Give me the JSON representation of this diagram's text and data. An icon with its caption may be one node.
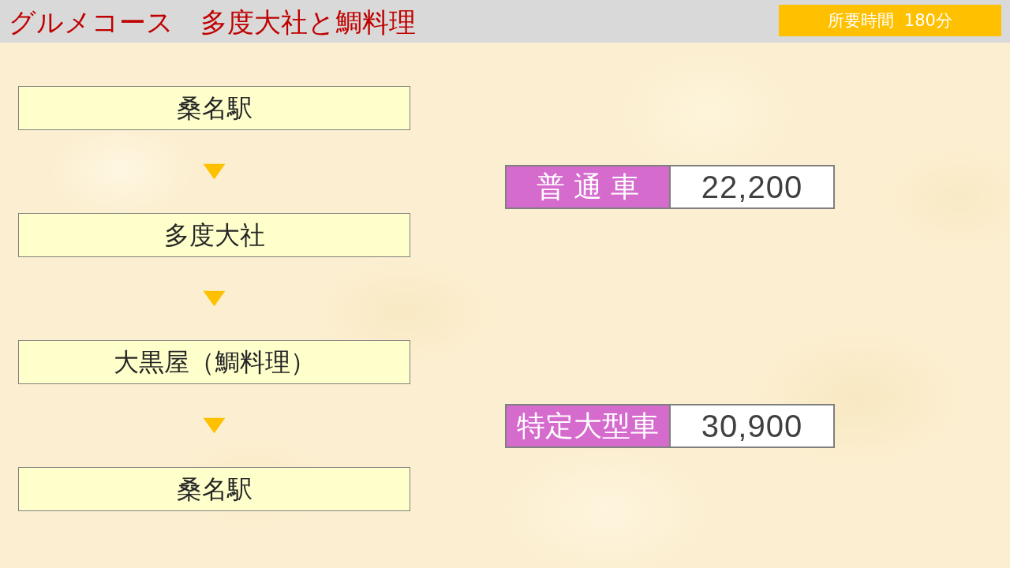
{
  "diagram": {
    "title": "グルメコース　多度大社と鯛料理",
    "nodes": [
      {
        "text": [
          "所要時間 180分"
        ]
      },
      {
        "text": [
          "桑名駅"
        ]
      },
      {
        "text": [
          "多度大社"
        ]
      },
      {
        "text": [
          "大黒屋（鯛料理）"
        ]
      },
      {
        "text": [
          "桑名駅"
        ]
      },
      {
        "text": [
          "普 通 車"
        ]
      },
      {
        "text": [
          "22,200"
        ]
      },
      {
        "text": [
          "特定大型車"
        ]
      },
      {
        "text": [
          "30,900"
        ]
      }
    ],
    "edges": [
      {
        "from": 1,
        "to": 2,
        "arrow": "to"
      },
      {
        "from": 2,
        "to": 3,
        "arrow": "to"
      },
      {
        "from": 3,
        "to": 4,
        "arrow": "to"
      }
    ]
  }
}
